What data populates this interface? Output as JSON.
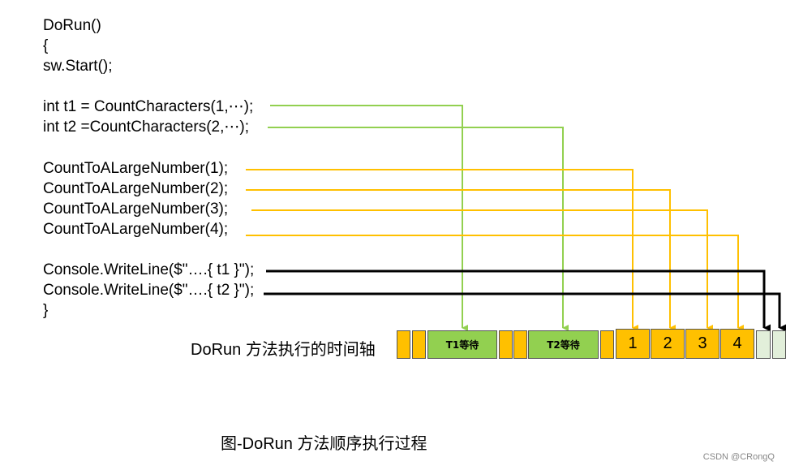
{
  "code_lines": [
    "DoRun()",
    "{",
    "sw.Start();",
    "int t1 = CountCharacters(1,⋯);",
    "int t2 =CountCharacters(2,⋯);",
    "CountToALargeNumber(1);",
    "CountToALargeNumber(2);",
    "CountToALargeNumber(3);",
    "CountToALargeNumber(4);",
    "Console.WriteLine($\"….{ t1 }\");",
    "Console.WriteLine($\"….{ t2 }\");",
    "}"
  ],
  "timeline_label": "DoRun 方法执行的时间轴",
  "blocks": [
    {
      "label": "",
      "color": "#ffc000"
    },
    {
      "label": "",
      "color": "#ffc000"
    },
    {
      "label": "T1等待",
      "color": "#92d050"
    },
    {
      "label": "",
      "color": "#ffc000"
    },
    {
      "label": "",
      "color": "#ffc000"
    },
    {
      "label": "T2等待",
      "color": "#92d050"
    },
    {
      "label": "",
      "color": "#ffc000"
    },
    {
      "label": "1",
      "color": "#ffc000"
    },
    {
      "label": "2",
      "color": "#ffc000"
    },
    {
      "label": "3",
      "color": "#ffc000"
    },
    {
      "label": "4",
      "color": "#ffc000"
    },
    {
      "label": "",
      "color": "#e2efda"
    },
    {
      "label": "",
      "color": "#e2efda"
    }
  ],
  "caption": "图-DoRun 方法顺序执行过程",
  "watermark": "CSDN @CRongQ",
  "colors": {
    "green_arrow": "#92d050",
    "yellow_arrow": "#ffc000",
    "black_arrow": "#000000"
  }
}
